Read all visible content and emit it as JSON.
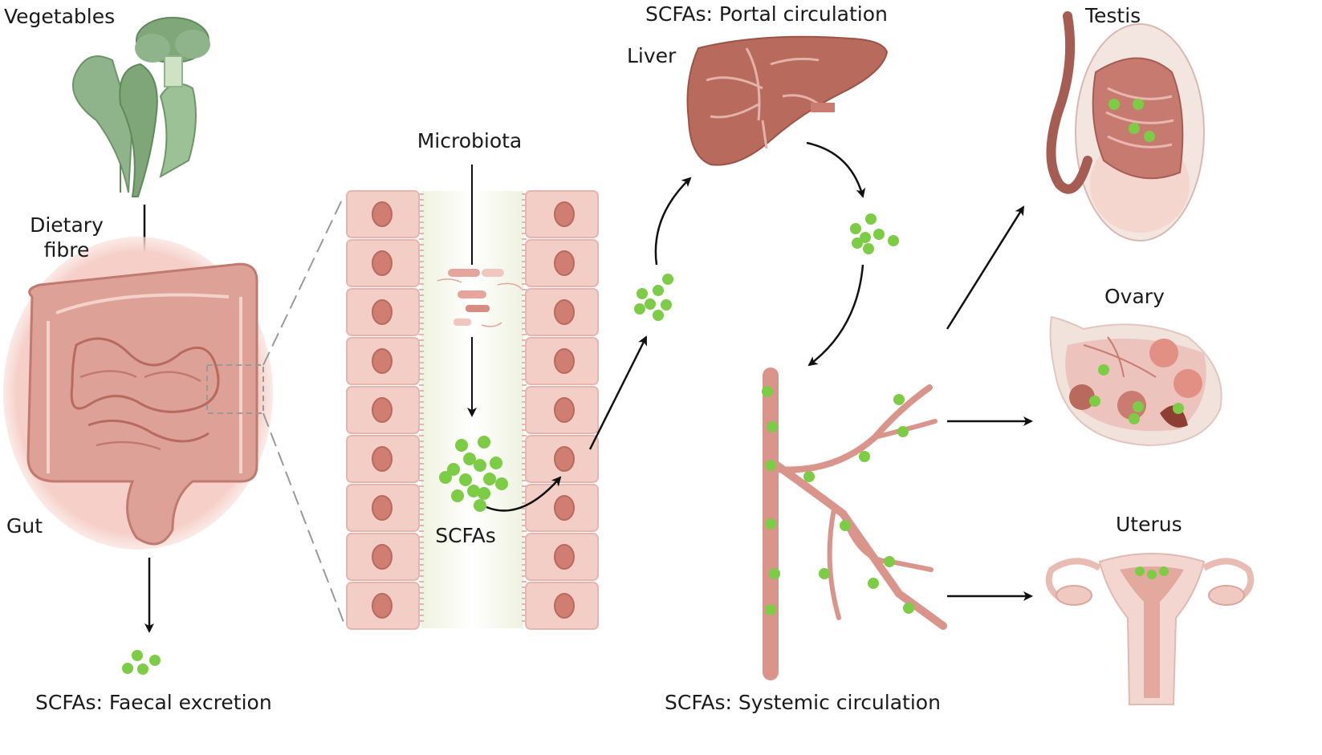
{
  "labels": {
    "vegetables": "Vegetables",
    "dietary_fibre_1": "Dietary",
    "dietary_fibre_2": "fibre",
    "gut": "Gut",
    "faecal": "SCFAs: Faecal excretion",
    "microbiota": "Microbiota",
    "scfas": "SCFAs",
    "portal": "SCFAs: Portal circulation",
    "liver": "Liver",
    "systemic": "SCFAs: Systemic circulation",
    "testis": "Testis",
    "ovary": "Ovary",
    "uterus": "Uterus"
  },
  "colors": {
    "scfa_dot": "#7dcc45",
    "tissue_pink": "#e9b7b0",
    "tissue_dark": "#c9786d",
    "gut_fill": "#dea198",
    "liver_fill": "#b86a5c",
    "vessel": "#d9958b",
    "veg_green": "#7fa77a",
    "arrow": "#111111"
  },
  "icons": [
    "vegetables-illustration",
    "gut-illustration",
    "intestinal-epithelium",
    "microbiota-illustration",
    "liver-illustration",
    "blood-vessel-illustration",
    "testis-illustration",
    "ovary-illustration",
    "uterus-illustration"
  ]
}
